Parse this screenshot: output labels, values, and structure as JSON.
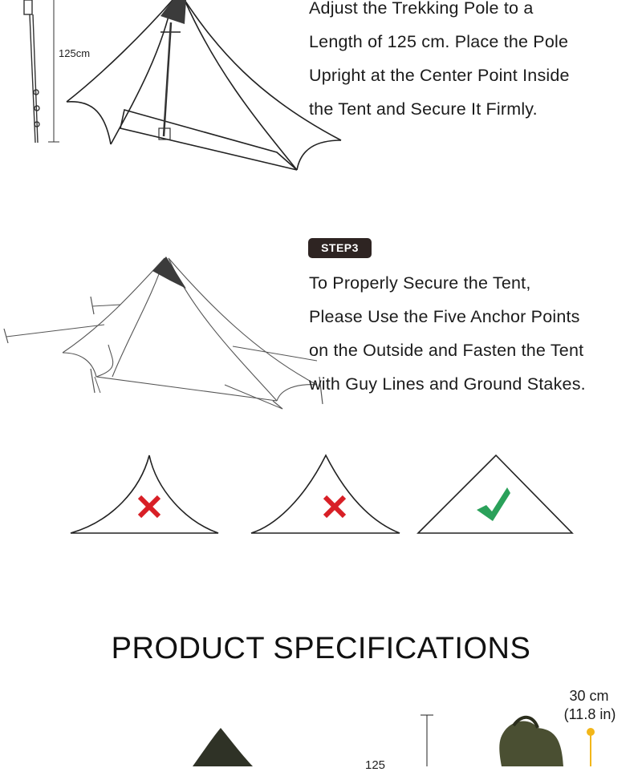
{
  "step2": {
    "lines": [
      "Adjust the Trekking Pole to a",
      "Length of 125 cm. Place the Pole",
      "Upright at the Center Point Inside",
      "the Tent and Secure It Firmly."
    ],
    "pole_label": "125cm"
  },
  "step3": {
    "badge": "STEP3",
    "lines": [
      "To Properly Secure the Tent,",
      "Please Use the Five Anchor Points",
      "on the Outside and Fasten the Tent",
      "with Guy Lines and Ground Stakes."
    ]
  },
  "examples": [
    {
      "mark": "x-icon",
      "color": "#d81f26",
      "correct": false
    },
    {
      "mark": "x-icon",
      "color": "#d81f26",
      "correct": false
    },
    {
      "mark": "check-icon",
      "color": "#2aa15a",
      "correct": true
    }
  ],
  "specs": {
    "title": "PRODUCT SPECIFICATIONS",
    "bag_size_cm": "30 cm",
    "bag_size_in": "(11.8 in)",
    "height_partial": "125"
  },
  "colors": {
    "badge_bg": "#2e2422",
    "wrong": "#d81f26",
    "right": "#2aa15a",
    "bag_green": "#4a4f32",
    "dim_marker": "#f2b619"
  }
}
